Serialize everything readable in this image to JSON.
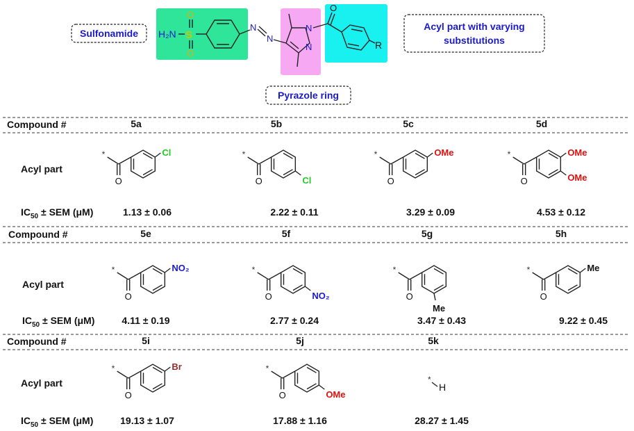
{
  "header": {
    "labels": {
      "sulfonamide": "Sulfonamide",
      "acyl_line1": "Acyl part with varying",
      "acyl_line2": "substitutions",
      "pyrazole": "Pyrazole ring"
    },
    "atoms": {
      "h2n": "H₂N",
      "s": "S",
      "o_sulfonyl_top": "O",
      "o_sulfonyl_bottom": "O",
      "n_azo_1": "N",
      "n_azo_2": "N",
      "n_pyrazole_1": "N",
      "n_pyrazole_2": "N",
      "o_carbonyl": "O",
      "r": "R"
    },
    "colors": {
      "sulfonamide_box": "#2ee59a",
      "pyrazole_box": "#f7a8f3",
      "acyl_box": "#19f0f0",
      "label_text": "#1a1acc",
      "sulfur": "#c8c800",
      "sulfonyl_o": "#e0d000",
      "nitrogen": "#1a1acc"
    }
  },
  "table": {
    "row_label_compound": "Compound #",
    "row_label_acyl": "Acyl part",
    "row_label_ic50_prefix": "IC",
    "row_label_ic50_sub": "50",
    "row_label_ic50_suffix": " ± SEM (μM)",
    "star": "*",
    "carbonyl_o": "O",
    "compounds": [
      {
        "id": "5a",
        "substituent": "Cl",
        "sub_color": "#22cc22",
        "ic50": "1.13 ± 0.06"
      },
      {
        "id": "5b",
        "substituent": "Cl",
        "sub_color": "#22cc22",
        "ic50": "2.22 ± 0.11"
      },
      {
        "id": "5c",
        "substituent": "OMe",
        "sub_color": "#e01010",
        "ic50": "3.29 ± 0.09"
      },
      {
        "id": "5d",
        "substituent": "OMe",
        "substituent2": "OMe",
        "sub_color": "#e01010",
        "ic50": "4.53 ± 0.12"
      },
      {
        "id": "5e",
        "substituent": "NO₂",
        "sub_color": "#1a1acc",
        "ic50": "4.11 ± 0.19"
      },
      {
        "id": "5f",
        "substituent": "NO₂",
        "sub_color": "#1a1acc",
        "ic50": "2.77 ± 0.24"
      },
      {
        "id": "5g",
        "substituent": "Me",
        "sub_color": "#111111",
        "ic50": "3.47 ± 0.43"
      },
      {
        "id": "5h",
        "substituent": "Me",
        "sub_color": "#111111",
        "ic50": "9.22 ± 0.45"
      },
      {
        "id": "5i",
        "substituent": "Br",
        "sub_color": "#8b2f2f",
        "ic50": "19.13 ± 1.07"
      },
      {
        "id": "5j",
        "substituent": "OMe",
        "sub_color": "#e01010",
        "ic50": "17.88 ± 1.16"
      },
      {
        "id": "5k",
        "substituent": "H",
        "sub_color": "#111111",
        "ic50": "28.27 ± 1.45"
      }
    ]
  }
}
